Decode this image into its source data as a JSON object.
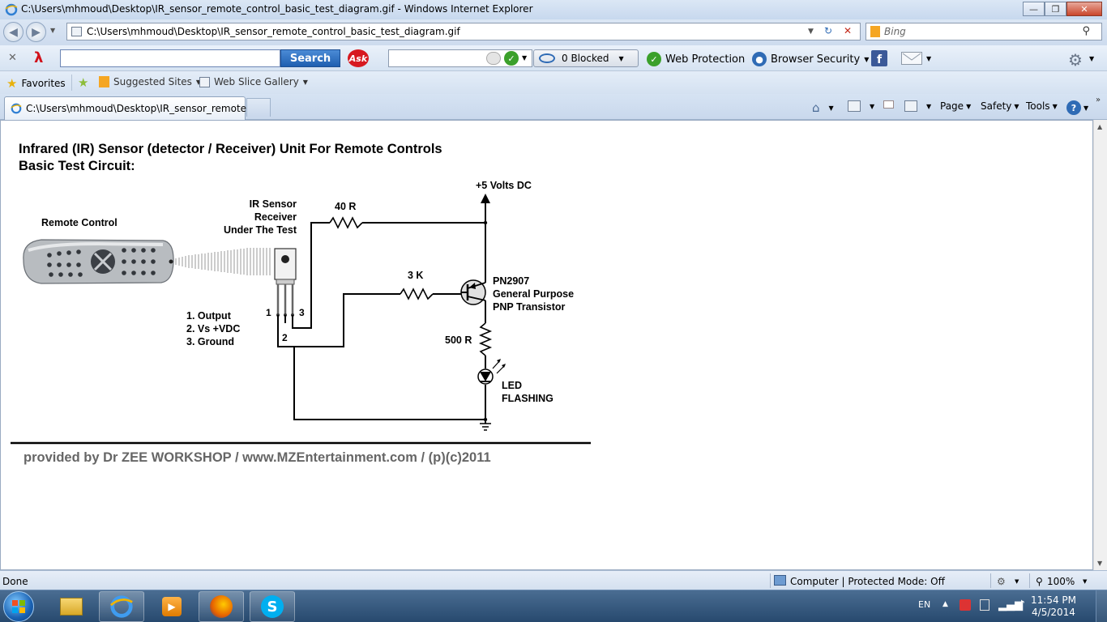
{
  "window": {
    "title": "C:\\Users\\mhmoud\\Desktop\\IR_sensor_remote_control_basic_test_diagram.gif - Windows Internet Explorer"
  },
  "address_bar": {
    "url": "C:\\Users\\mhmoud\\Desktop\\IR_sensor_remote_control_basic_test_diagram.gif"
  },
  "search_bar": {
    "placeholder": "Bing"
  },
  "toolbar": {
    "search_button": "Search",
    "ask_logo": "Ask",
    "blocked_label": "0 Blocked",
    "web_protection": "Web Protection",
    "browser_security": "Browser Security"
  },
  "favorites_bar": {
    "favorites": "Favorites",
    "suggested_sites": "Suggested Sites",
    "web_slice_gallery": "Web Slice Gallery"
  },
  "tabs": [
    {
      "label": "C:\\Users\\mhmoud\\Desktop\\IR_sensor_remote_c..."
    }
  ],
  "command_bar": {
    "page": "Page",
    "safety": "Safety",
    "tools": "Tools"
  },
  "diagram": {
    "title_line1": "Infrared (IR) Sensor (detector / Receiver) Unit For Remote Controls",
    "title_line2": "Basic Test Circuit:",
    "remote_label": "Remote Control",
    "sensor_label_1": "IR Sensor",
    "sensor_label_2": "Receiver",
    "sensor_label_3": "Under The Test",
    "supply_label": "+5 Volts DC",
    "r1_label": "40 R",
    "r2_label": "3 K",
    "r3_label": "500 R",
    "transistor_1": "PN2907",
    "transistor_2": "General Purpose",
    "transistor_3": "PNP Transistor",
    "led_1": "LED",
    "led_2": "FLASHING",
    "pin_1": "1",
    "pin_2": "2",
    "pin_3": "3",
    "legend_1": "1. Output",
    "legend_2": "2. Vs +VDC",
    "legend_3": "3. Ground",
    "credit": "provided by Dr ZEE WORKSHOP / www.MZEntertainment.com / (p)(c)2011"
  },
  "status_bar": {
    "status": "Done",
    "zone": "Computer | Protected Mode: Off",
    "zoom": "100%"
  },
  "taskbar": {
    "language": "EN",
    "time": "11:54 PM",
    "date": "4/5/2014"
  },
  "colors": {
    "accent": "#1f5fb0",
    "ask_red": "#d71920",
    "facebook": "#3b5998",
    "credit_gray": "#666666"
  }
}
